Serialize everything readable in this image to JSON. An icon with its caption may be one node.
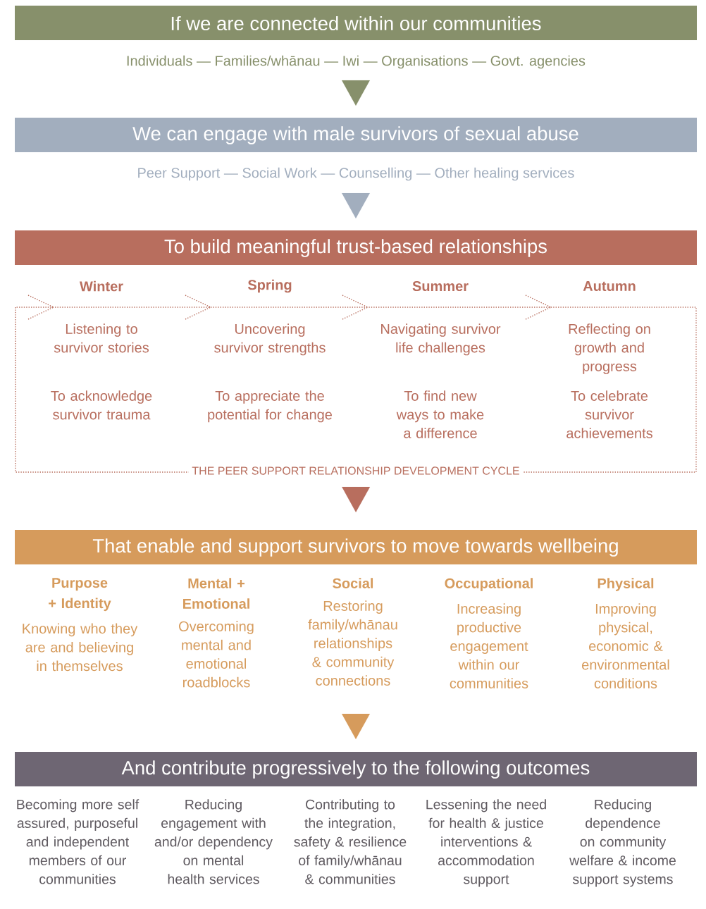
{
  "diagram": {
    "nodes": [
      {
        "text": [
          "If we are connected within our communities"
        ],
        "beside": [
          "Individuals — Families/whānau — Iwi — Organisations — Govt. agencies"
        ]
      },
      {
        "text": [
          "We can engage with male survivors of sexual abuse"
        ],
        "beside": [
          "Peer Support — Social Work — Counselling — Other healing services"
        ]
      },
      {
        "text": [
          "To build meaningful trust-based relationships"
        ]
      },
      {
        "text": [
          "THE PEER SUPPORT RELATIONSHIP DEVELOPMENT CYCLE"
        ]
      },
      {
        "text": [
          "That enable and support survivors to move towards wellbeing"
        ],
        "beside": [
          "Purpose + Identity",
          "Mental + Emotional",
          "Social",
          "Occupational",
          "Physical",
          "Knowing who they are and believing in themselves",
          "Overcoming mental and emotional roadblocks",
          "Restoring family/whānau relationships & community connections",
          "Increasing productive engagement within our communities",
          "Improving physical, economic & environmental conditions"
        ]
      },
      {
        "text": [
          "And contribute progressively to the following outcomes"
        ],
        "beside": [
          "Becoming more self assured, purposeful and independent members of our communities",
          "Reducing engagement with and/or dependency on mental health services",
          "Contributing to the integration, safety & resilience of family/whānau & communities",
          "Lessening the need for health & justice interventions & accommodation support",
          "Reducing dependence on community welfare & income support systems"
        ]
      }
    ],
    "edges": [
      {
        "from": 0,
        "to": 1,
        "arrow": "to",
        "color": "#87906b"
      },
      {
        "from": 1,
        "to": 2,
        "arrow": "to",
        "color": "#a2aebe"
      },
      {
        "from": 3,
        "to": 4,
        "arrow": "to",
        "color": "#b86e5e"
      },
      {
        "from": 4,
        "to": 5,
        "arrow": "to",
        "color": "#d69b5c"
      }
    ],
    "labels": [
      "Winter",
      "Spring",
      "Summer",
      "Autumn",
      "Listening to survivor stories",
      "Uncovering survivor strengths",
      "Navigating survivor life challenges",
      "Reflecting on growth and progress",
      "To acknowledge survivor trauma",
      "To appreciate the potential for change",
      "To find new ways to make a difference",
      "To celebrate survivor achievements"
    ]
  }
}
